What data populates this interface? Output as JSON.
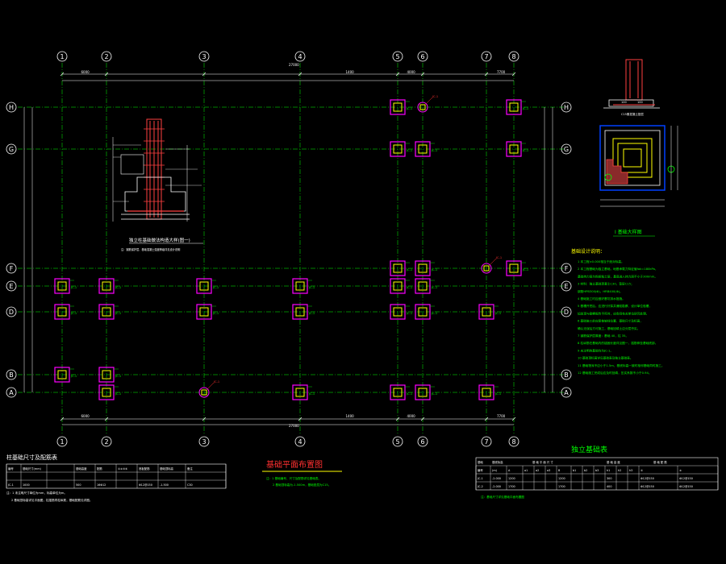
{
  "drawing": {
    "axes_x": [
      "1",
      "2",
      "3",
      "4",
      "5",
      "6",
      "7",
      "8"
    ],
    "axes_y": [
      "H",
      "G",
      "F",
      "E",
      "D",
      "B",
      "A"
    ],
    "overall_dim": "27000",
    "segment_dims_top": [
      "6000",
      "",
      "",
      "1400",
      "4000",
      "",
      "7700"
    ],
    "segment_dims_bottom": [
      "6000",
      "",
      "",
      "1400",
      "4000",
      "",
      "7700"
    ],
    "column_tags": [
      "JC-1",
      "JC-2"
    ]
  },
  "detail_section": {
    "title": "独立柱基础做法构造大样(图一)",
    "note": "注：钢筋保护层、基础混凝土强度等级详见设计说明"
  },
  "detail_large": {
    "title": "Ⅰ 基础大样图",
    "dims": [
      "100",
      "100",
      "C15素混凝土垫层"
    ]
  },
  "design_notes": {
    "title": "基础设计说明：",
    "items": [
      "1  本工程±0.000相当于绝对标高。",
      "2  本工程基础为独立基础，地基承载力特征值fak=180kPa，",
      "   基础持力层为粉质粘土层，基底进入持力层不小于300mm。",
      "3  材料：独立基础混凝土C30，垫层C15；",
      "   钢筋HPB300(Φ)，HRB400(Φ)。",
      "4  基础施工时应做好基坑排水措施。",
      "5  基槽开挖后，应进行钎探并通知勘察、设计单位验槽，",
      "   如发现与勘察报告不符时，应会同有关单位研究处理。",
      "6  基础施工前应复核轴线位置、基础尺寸及标高，",
      "   确认无误后方可施工，基础回填土应分层夯实。",
      "7  钢筋保护层厚度：基础 40，柱 35。",
      "8  柱纵筋在基础内的锚固长度详见图一，插筋伸至基础底部。",
      "9  未注明的基础均为JC-1。",
      "10 基础顶标高详见基础表及独立基础表。",
      "11 基础埋深不应小于1.5m，基底标高一致时相邻基础同时施工。",
      "12 基础施工完成后应及时回填，压实系数不小于0.94。"
    ]
  },
  "table_left": {
    "title": "柱基础尺寸及配筋表",
    "header": [
      "编号",
      "基础尺寸(mm)",
      "",
      "基础高度",
      "配筋",
      "①②③④",
      "底板配筋",
      "基础顶标高",
      "备注"
    ],
    "rows": [
      [
        "JC-1",
        "1000",
        "",
        "500",
        "16Φ12",
        "",
        "Φ12@150",
        "-1.500",
        "C30"
      ]
    ],
    "notes": [
      "注：1 未注明尺寸单位为mm，标高单位为m。",
      "2 基础顶标高详见平面图，柱插筋同柱纵筋，基础配筋见详图。"
    ]
  },
  "center_title": {
    "title": "基础平面布置图",
    "notes": [
      "注：1 基础编号、尺寸及配筋详见基础表。",
      "2 基础顶标高为-1.500m，基础垫层为C15。"
    ]
  },
  "table_right": {
    "title": "独立基础表",
    "header1": [
      "基础",
      "基底标高",
      "基 础 平 面 尺 寸",
      "基 础 高 度",
      "基 础 配 筋"
    ],
    "header2": [
      "编号",
      "(m)",
      "A",
      "a1",
      "a2",
      "a3",
      "B",
      "b1",
      "b2",
      "b3",
      "h1",
      "h2",
      "h3",
      "①",
      "②"
    ],
    "rows": [
      [
        "JC-1",
        "-2.000",
        "1200",
        "",
        "",
        "",
        "1200",
        "",
        "",
        "",
        "300",
        "",
        "",
        "Φ12@150",
        "Φ12@150"
      ],
      [
        "JC-2",
        "-2.000",
        "1700",
        "",
        "",
        "",
        "1700",
        "",
        "",
        "",
        "400",
        "",
        "",
        "Φ12@150",
        "Φ12@150"
      ]
    ],
    "note": "注：基础尺寸详见基础平面布置图"
  },
  "colors": {
    "axis": "#ffffff",
    "dim": "#ffffff",
    "grid_line": "#00ff00",
    "footing_outer": "#ff00ff",
    "footing_inner": "#ffff00",
    "text_green": "#00ff00",
    "text_red": "#ff3030",
    "text_yellow": "#ffff00",
    "blue": "#0040ff",
    "cyan": "#00ffff"
  }
}
